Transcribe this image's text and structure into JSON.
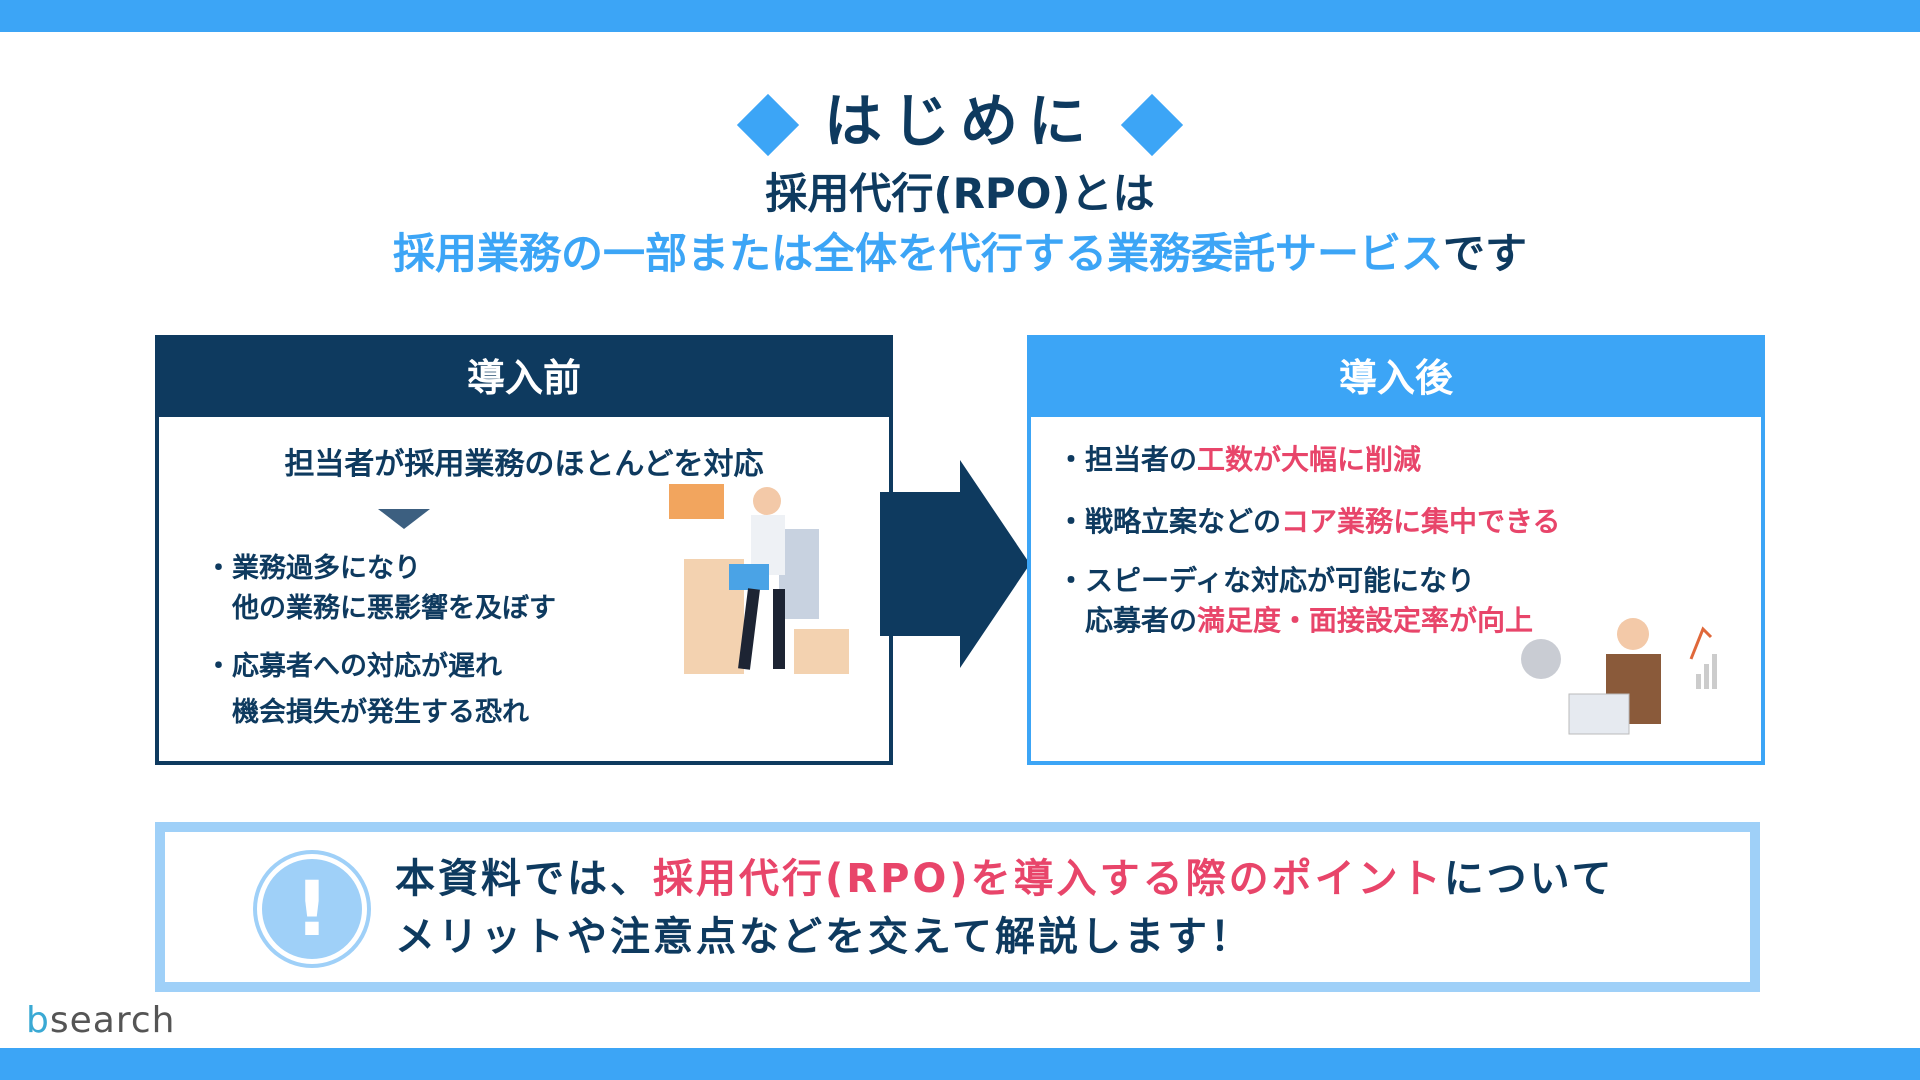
{
  "title": "はじめに",
  "subtitle_line1": "採用代行(RPO)とは",
  "subtitle_line2_highlight": "採用業務の一部または全体を代行する業務委託サービス",
  "subtitle_line2_tail": "です",
  "before": {
    "header": "導入前",
    "lead": "担当者が採用業務のほとんどを対応",
    "bullets": [
      [
        "・業務過多になり",
        "　他の業務に悪影響を及ぼす"
      ],
      [
        "・応募者への対応が遅れ",
        "　機会損失が発生する恐れ"
      ]
    ]
  },
  "after": {
    "header": "導入後",
    "b1": {
      "a": "・担当者の",
      "hl": "工数が大幅に削減"
    },
    "b2": {
      "a": "・戦略立案などの",
      "hl": "コア業務に集中できる"
    },
    "b3": {
      "l1": "・スピーディな対応が可能になり",
      "a": "　応募者の",
      "hl": "満足度・面接設定率が向上"
    }
  },
  "note": {
    "a": "本資料では、",
    "hl": "採用代行(RPO)を導入する際のポイント",
    "b": "について",
    "l2": "メリットや注意点などを交えて解説します！"
  },
  "logo": {
    "mark": "b",
    "text": "search"
  },
  "colors": {
    "navy": "#0e3a5f",
    "blue": "#3ca5f6",
    "pink": "#e8456a"
  }
}
